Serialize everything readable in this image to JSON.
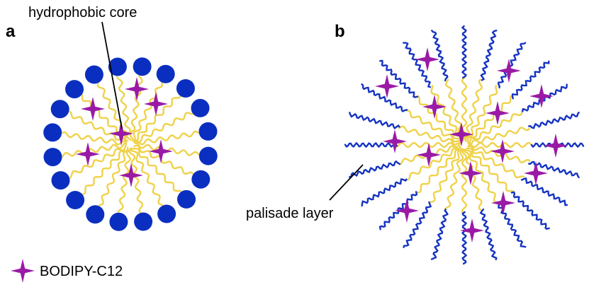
{
  "labels": {
    "panel_a": "a",
    "panel_b": "b",
    "hydrophobic_core": "hydrophobic core",
    "palisade_layer": "palisade layer",
    "legend_text": "BODIPY-C12"
  },
  "legend": {
    "icon": "four-point-star-icon"
  },
  "colors": {
    "head_group": "#0a2fc0",
    "tail": "#efd24a",
    "shell_chain": "#1433c2",
    "bodipy": "#9a1aa6"
  }
}
